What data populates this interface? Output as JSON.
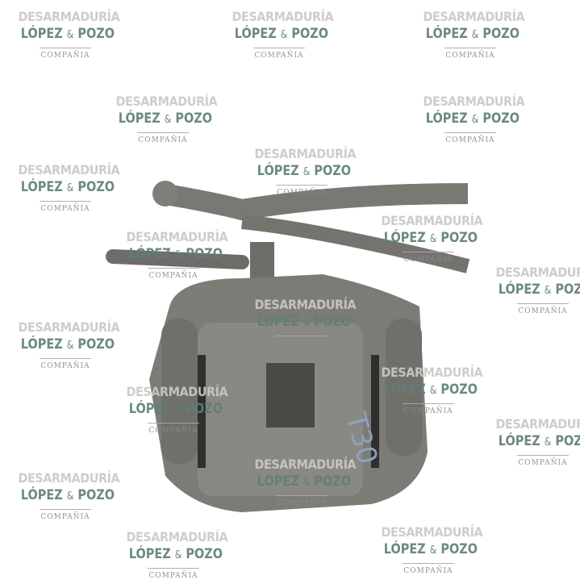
{
  "watermark": {
    "line1": "DESARMADURÍA",
    "line2_a": "LÓPEZ",
    "line2_amp": "&",
    "line2_b": "POZO",
    "line3": "COMPAÑIA"
  },
  "photo": {
    "subject": "brake-caliper",
    "handwritten_marking": "T30"
  },
  "colors": {
    "watermark_top": "#c9c9c5",
    "watermark_name": "#5f7f7a",
    "metal": "#7d7b76"
  }
}
